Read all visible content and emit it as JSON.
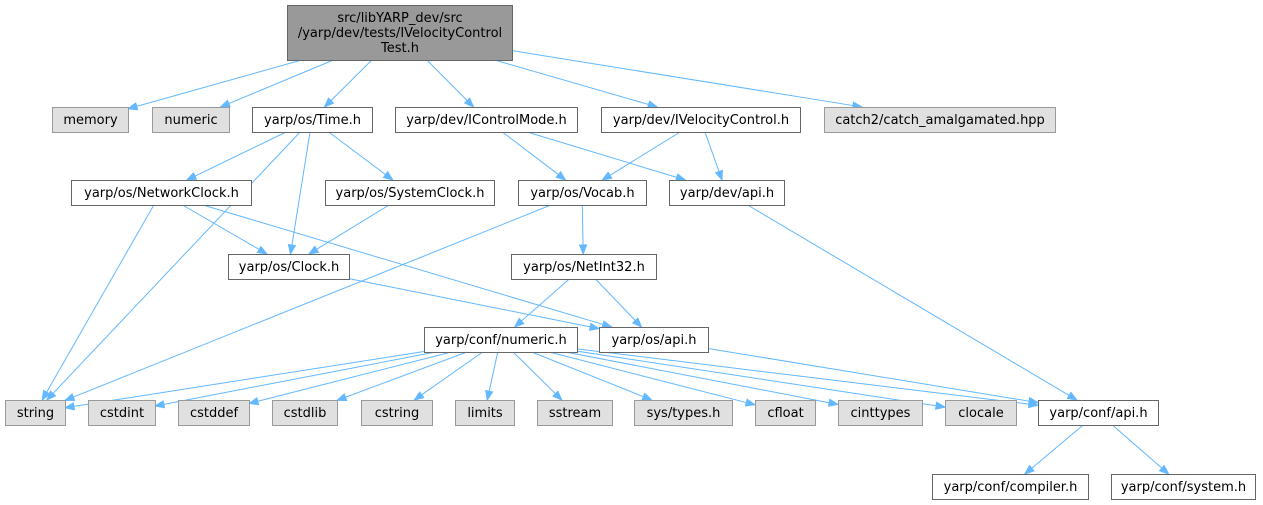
{
  "colors": {
    "root_fill": "#999999",
    "root_stroke": "#666666",
    "header_fill": "#ffffff",
    "header_stroke": "#666666",
    "external_fill": "#e0e0e0",
    "external_stroke": "#999999",
    "edge": "#63b8ff"
  },
  "nodes": {
    "root": {
      "lines": [
        "src/libYARP_dev/src",
        "/yarp/dev/tests/IVelocityControl",
        "Test.h"
      ],
      "kind": "root"
    },
    "memory": {
      "lines": [
        "memory"
      ],
      "kind": "external"
    },
    "numeric": {
      "lines": [
        "numeric"
      ],
      "kind": "external"
    },
    "os_time": {
      "lines": [
        "yarp/os/Time.h"
      ],
      "kind": "header"
    },
    "dev_icontrolmode": {
      "lines": [
        "yarp/dev/IControlMode.h"
      ],
      "kind": "header"
    },
    "dev_ivelocitycontrol": {
      "lines": [
        "yarp/dev/IVelocityControl.h"
      ],
      "kind": "header"
    },
    "catch2": {
      "lines": [
        "catch2/catch_amalgamated.hpp"
      ],
      "kind": "external"
    },
    "os_networkclock": {
      "lines": [
        "yarp/os/NetworkClock.h"
      ],
      "kind": "header"
    },
    "os_systemclock": {
      "lines": [
        "yarp/os/SystemClock.h"
      ],
      "kind": "header"
    },
    "os_vocab": {
      "lines": [
        "yarp/os/Vocab.h"
      ],
      "kind": "header"
    },
    "dev_api": {
      "lines": [
        "yarp/dev/api.h"
      ],
      "kind": "header"
    },
    "os_clock": {
      "lines": [
        "yarp/os/Clock.h"
      ],
      "kind": "header"
    },
    "os_netint32": {
      "lines": [
        "yarp/os/NetInt32.h"
      ],
      "kind": "header"
    },
    "conf_numeric": {
      "lines": [
        "yarp/conf/numeric.h"
      ],
      "kind": "header"
    },
    "os_api": {
      "lines": [
        "yarp/os/api.h"
      ],
      "kind": "header"
    },
    "string": {
      "lines": [
        "string"
      ],
      "kind": "external"
    },
    "cstdint": {
      "lines": [
        "cstdint"
      ],
      "kind": "external"
    },
    "cstddef": {
      "lines": [
        "cstddef"
      ],
      "kind": "external"
    },
    "cstdlib": {
      "lines": [
        "cstdlib"
      ],
      "kind": "external"
    },
    "cstring": {
      "lines": [
        "cstring"
      ],
      "kind": "external"
    },
    "limits": {
      "lines": [
        "limits"
      ],
      "kind": "external"
    },
    "sstream": {
      "lines": [
        "sstream"
      ],
      "kind": "external"
    },
    "sys_types": {
      "lines": [
        "sys/types.h"
      ],
      "kind": "external"
    },
    "cfloat": {
      "lines": [
        "cfloat"
      ],
      "kind": "external"
    },
    "cinttypes": {
      "lines": [
        "cinttypes"
      ],
      "kind": "external"
    },
    "clocale": {
      "lines": [
        "clocale"
      ],
      "kind": "external"
    },
    "conf_api": {
      "lines": [
        "yarp/conf/api.h"
      ],
      "kind": "header"
    },
    "conf_compiler": {
      "lines": [
        "yarp/conf/compiler.h"
      ],
      "kind": "header"
    },
    "conf_system": {
      "lines": [
        "yarp/conf/system.h"
      ],
      "kind": "header"
    }
  },
  "edges": [
    [
      "root",
      "memory"
    ],
    [
      "root",
      "numeric"
    ],
    [
      "root",
      "os_time"
    ],
    [
      "root",
      "dev_icontrolmode"
    ],
    [
      "root",
      "dev_ivelocitycontrol"
    ],
    [
      "root",
      "catch2"
    ],
    [
      "os_time",
      "os_networkclock"
    ],
    [
      "os_time",
      "os_systemclock"
    ],
    [
      "os_time",
      "os_clock"
    ],
    [
      "os_time",
      "string"
    ],
    [
      "os_networkclock",
      "os_clock"
    ],
    [
      "os_networkclock",
      "os_api"
    ],
    [
      "os_networkclock",
      "string"
    ],
    [
      "os_systemclock",
      "os_clock"
    ],
    [
      "os_clock",
      "os_api"
    ],
    [
      "dev_icontrolmode",
      "os_vocab"
    ],
    [
      "dev_icontrolmode",
      "dev_api"
    ],
    [
      "dev_ivelocitycontrol",
      "os_vocab"
    ],
    [
      "dev_ivelocitycontrol",
      "dev_api"
    ],
    [
      "os_vocab",
      "os_netint32"
    ],
    [
      "os_vocab",
      "string"
    ],
    [
      "dev_api",
      "conf_api"
    ],
    [
      "os_netint32",
      "conf_numeric"
    ],
    [
      "os_netint32",
      "os_api"
    ],
    [
      "os_api",
      "conf_api"
    ],
    [
      "conf_numeric",
      "string"
    ],
    [
      "conf_numeric",
      "cstdint"
    ],
    [
      "conf_numeric",
      "cstddef"
    ],
    [
      "conf_numeric",
      "cstdlib"
    ],
    [
      "conf_numeric",
      "cstring"
    ],
    [
      "conf_numeric",
      "limits"
    ],
    [
      "conf_numeric",
      "sstream"
    ],
    [
      "conf_numeric",
      "sys_types"
    ],
    [
      "conf_numeric",
      "cfloat"
    ],
    [
      "conf_numeric",
      "cinttypes"
    ],
    [
      "conf_numeric",
      "clocale"
    ],
    [
      "conf_numeric",
      "conf_api"
    ],
    [
      "conf_api",
      "conf_compiler"
    ],
    [
      "conf_api",
      "conf_system"
    ]
  ]
}
